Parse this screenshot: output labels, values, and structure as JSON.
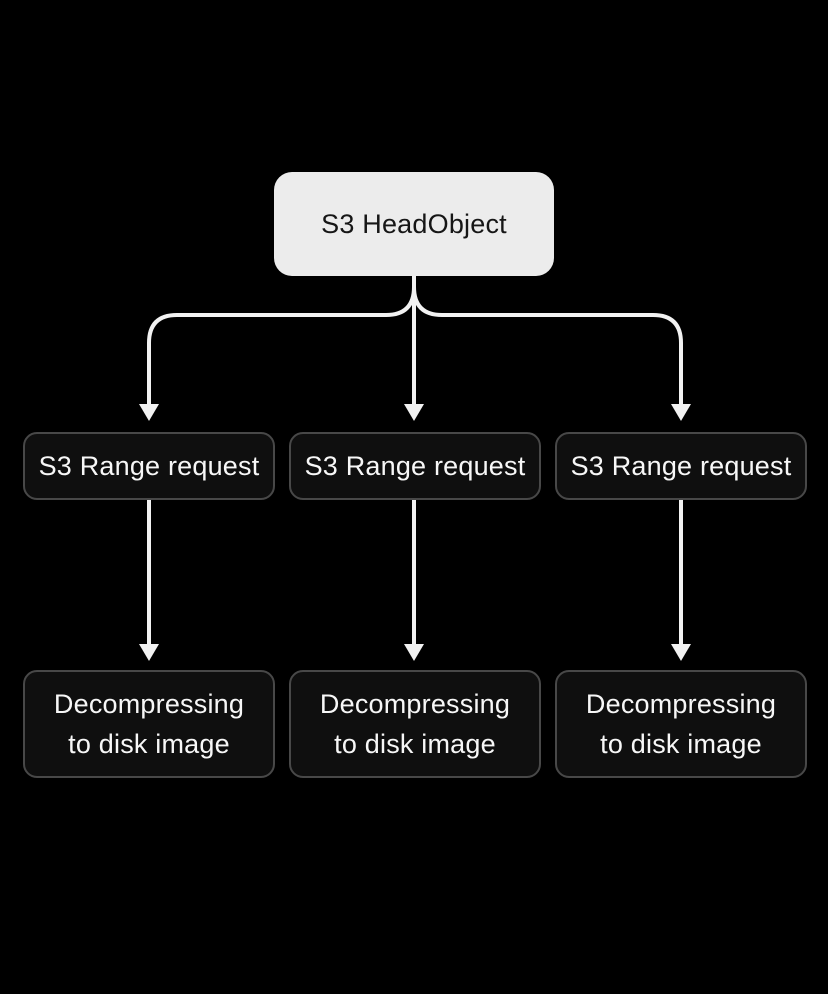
{
  "colors": {
    "bg": "#000000",
    "connector": "#f2f2f2",
    "node_light_bg": "#ececec",
    "node_light_text": "#161616",
    "node_dark_bg": "#0f0f0f",
    "node_dark_border": "#484848",
    "node_dark_text": "#f7f7f7"
  },
  "diagram": {
    "root": {
      "label": "S3 HeadObject"
    },
    "range_nodes": [
      {
        "label": "S3 Range request"
      },
      {
        "label": "S3 Range request"
      },
      {
        "label": "S3 Range request"
      }
    ],
    "decompress_nodes": [
      {
        "label": "Decompressing to disk image",
        "label_lines": [
          "Decompressing",
          "to disk image"
        ]
      },
      {
        "label": "Decompressing to disk image",
        "label_lines": [
          "Decompressing",
          "to disk image"
        ]
      },
      {
        "label": "Decompressing to disk image",
        "label_lines": [
          "Decompressing",
          "to disk image"
        ]
      }
    ]
  }
}
